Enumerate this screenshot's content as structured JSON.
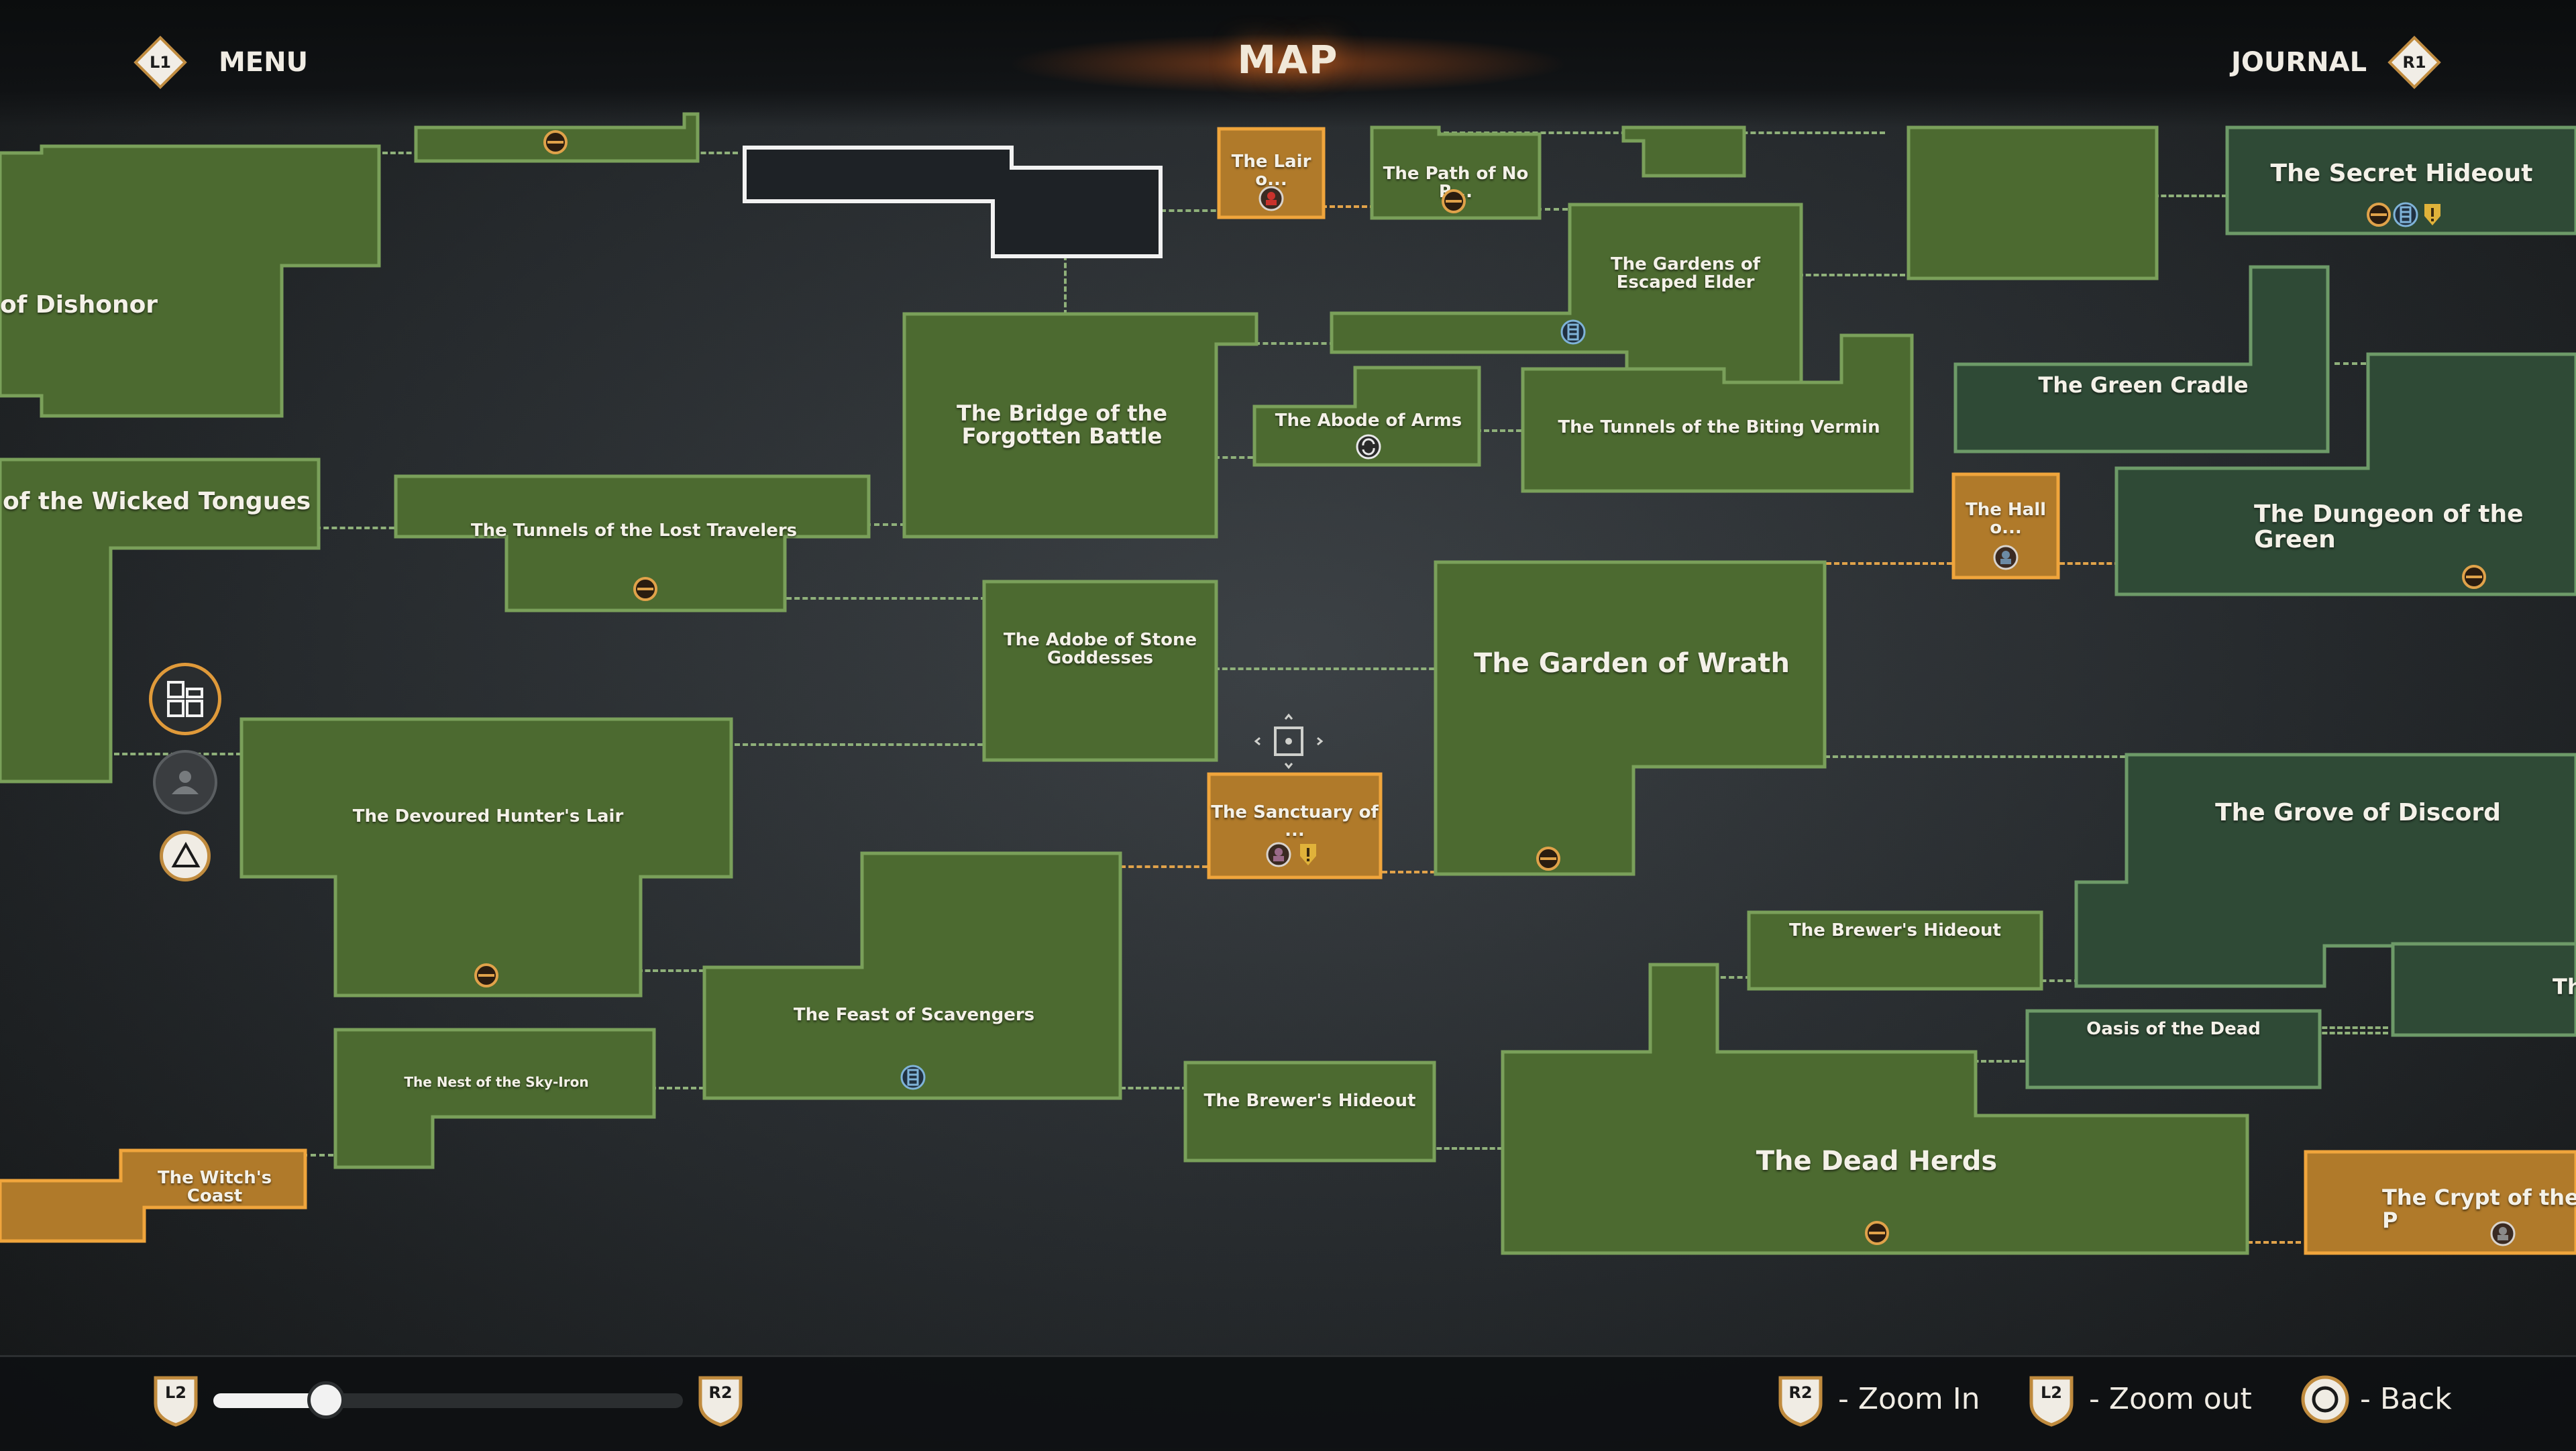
{
  "header": {
    "title": "MAP",
    "menu_button": "L1",
    "menu_label": "MENU",
    "journal_label": "JOURNAL",
    "journal_button": "R1"
  },
  "rooms": {
    "dishonor": "of Dishonor",
    "wicked_tongues": "of the Wicked Tongues",
    "lair": "The Lair o...",
    "path_no_return": "The Path of No R...",
    "gardens_escaped_elder": "The Gardens of Escaped Elder",
    "secret_hideout": "The Secret Hideout",
    "bridge_forgotten_battle": "The Bridge of the Forgotten Battle",
    "abode_of_arms": "The Abode of Arms",
    "tunnels_biting_vermin": "The Tunnels of the Biting Vermin",
    "green_cradle": "The Green Cradle",
    "hall": "The Hall o...",
    "dungeon_green": "The Dungeon of the Green",
    "tunnels_lost_travelers": "The Tunnels of the Lost Travelers",
    "adobe_stone_goddesses": "The Adobe of Stone Goddesses",
    "garden_of_wrath": "The Garden of Wrath",
    "sanctuary": "The Sanctuary of ...",
    "grove_of_discord": "The Grove of Discord",
    "devoured_hunters_lair": "The Devoured Hunter's Lair",
    "feast_of_scavengers": "The Feast of Scavengers",
    "brewers_hideout_1": "The Brewer's Hideout",
    "brewers_hideout_2": "The Brewer's Hideout",
    "oasis_of_the_dead": "Oasis of the Dead",
    "edge_right": "Th",
    "nest_sky_iron": "The Nest of the Sky-Iron",
    "witchs_coast": "The Witch's Coast",
    "dead_herds": "The Dead Herds",
    "crypt": "The Crypt of the P"
  },
  "footer": {
    "zoom_left_button": "L2",
    "zoom_right_button": "R2",
    "zoom_level": 0.24,
    "hint_zoom_in_button": "R2",
    "hint_zoom_in": "- Zoom In",
    "hint_zoom_out_button": "L2",
    "hint_zoom_out": "- Zoom out",
    "hint_back": "- Back"
  },
  "colors": {
    "room_green": "#4c6a30",
    "room_green_dark": "#2f4a36",
    "room_border": "#7aa05a",
    "room_orange": "#b07a2a",
    "orange_border": "#f0a53c",
    "accent": "#e0a24a"
  },
  "icons": [
    "chest-icon",
    "ladder-icon",
    "shrine-icon",
    "enemy-icon",
    "portal-icon",
    "quest-icon"
  ]
}
